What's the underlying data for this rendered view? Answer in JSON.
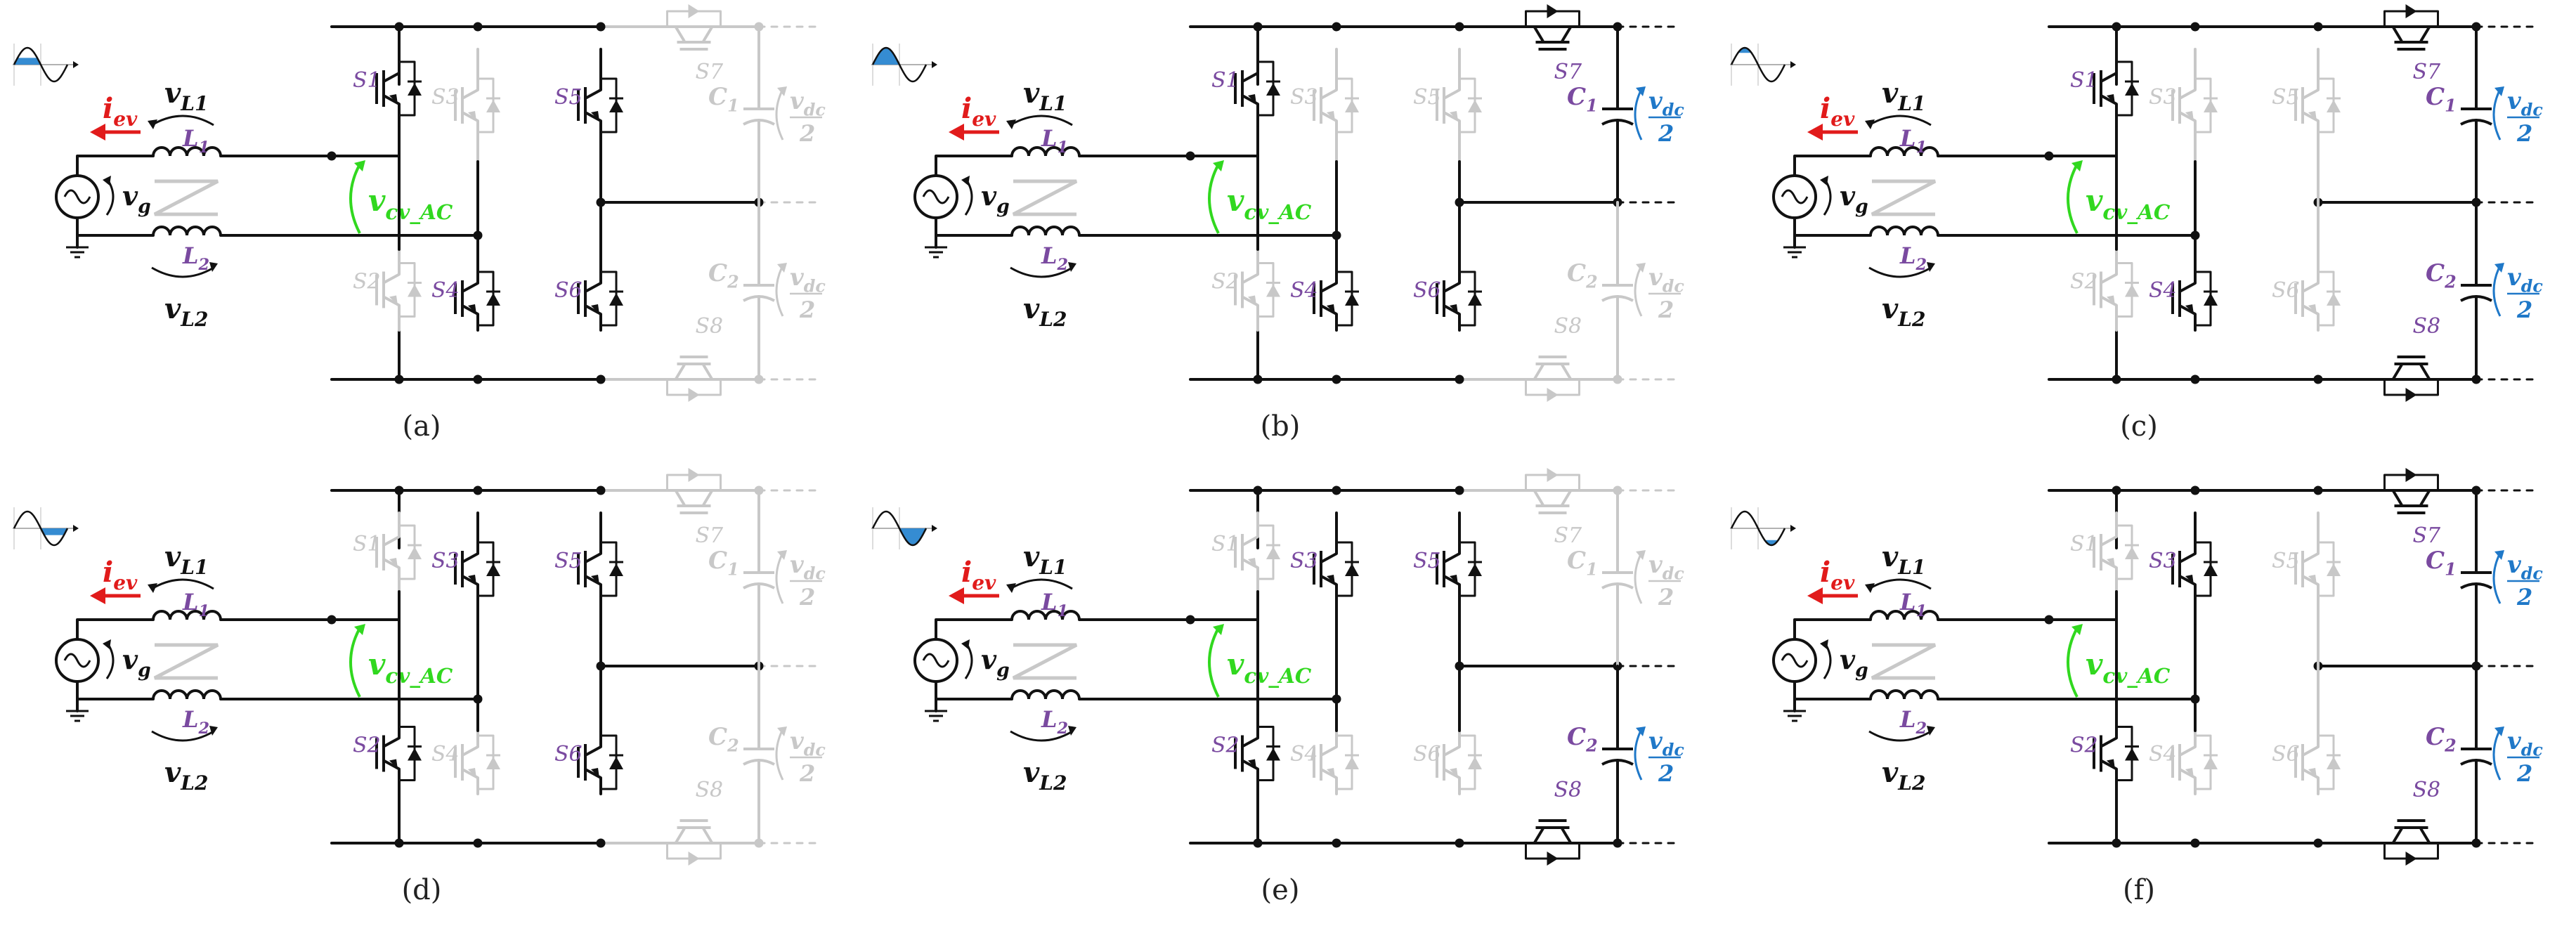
{
  "colors": {
    "active": "#111111",
    "inactive": "#c8c8c8",
    "switch_label": "#7a4aa0",
    "current": "#e11b1b",
    "converter_voltage": "#31d81f",
    "dc_voltage": "#1f78c8",
    "waveform_fill": "#2a86d0"
  },
  "labels": {
    "current": "i",
    "current_sub": "ev",
    "grid_voltage": "v",
    "grid_voltage_sub": "g",
    "vL1": "v",
    "vL1_sub": "L1",
    "vL2": "v",
    "vL2_sub": "L2",
    "L1": "L",
    "L1_sub": "1",
    "L2": "L",
    "L2_sub": "2",
    "vcv": "v",
    "vcv_sub": "cv_AC",
    "C1": "C",
    "C1_sub": "1",
    "C2": "C",
    "C2_sub": "2",
    "vdc": "v",
    "vdc_sub": "dc",
    "vdc_den": "2",
    "switches": [
      "S1",
      "S2",
      "S3",
      "S4",
      "S5",
      "S6",
      "S7",
      "S8"
    ]
  },
  "panels": [
    {
      "caption": "(a)",
      "wave": "pos-small",
      "active": {
        "S1": true,
        "S4": true,
        "S5": true,
        "S6": true,
        "S2": false,
        "S3": false,
        "S7": false,
        "S8": false,
        "C1": false,
        "C2": false
      }
    },
    {
      "caption": "(b)",
      "wave": "pos-large",
      "active": {
        "S1": true,
        "S4": true,
        "S6": true,
        "S7": true,
        "C1": true,
        "S2": false,
        "S3": false,
        "S5": false,
        "S8": false,
        "C2": false
      }
    },
    {
      "caption": "(c)",
      "wave": "pos-peak",
      "active": {
        "S1": true,
        "S4": true,
        "S7": true,
        "S8": true,
        "C1": true,
        "C2": true,
        "S2": false,
        "S3": false,
        "S5": false,
        "S6": false
      }
    },
    {
      "caption": "(d)",
      "wave": "neg-small",
      "active": {
        "S2": true,
        "S3": true,
        "S5": true,
        "S6": true,
        "S1": false,
        "S4": false,
        "S7": false,
        "S8": false,
        "C1": false,
        "C2": false
      }
    },
    {
      "caption": "(e)",
      "wave": "neg-large",
      "active": {
        "S2": true,
        "S3": true,
        "S5": true,
        "S8": true,
        "C2": true,
        "S1": false,
        "S4": false,
        "S6": false,
        "S7": false,
        "C1": false
      }
    },
    {
      "caption": "(f)",
      "wave": "neg-peak",
      "active": {
        "S2": true,
        "S3": true,
        "S7": true,
        "S8": true,
        "C1": true,
        "C2": true,
        "S1": false,
        "S4": false,
        "S5": false,
        "S6": false
      }
    }
  ]
}
